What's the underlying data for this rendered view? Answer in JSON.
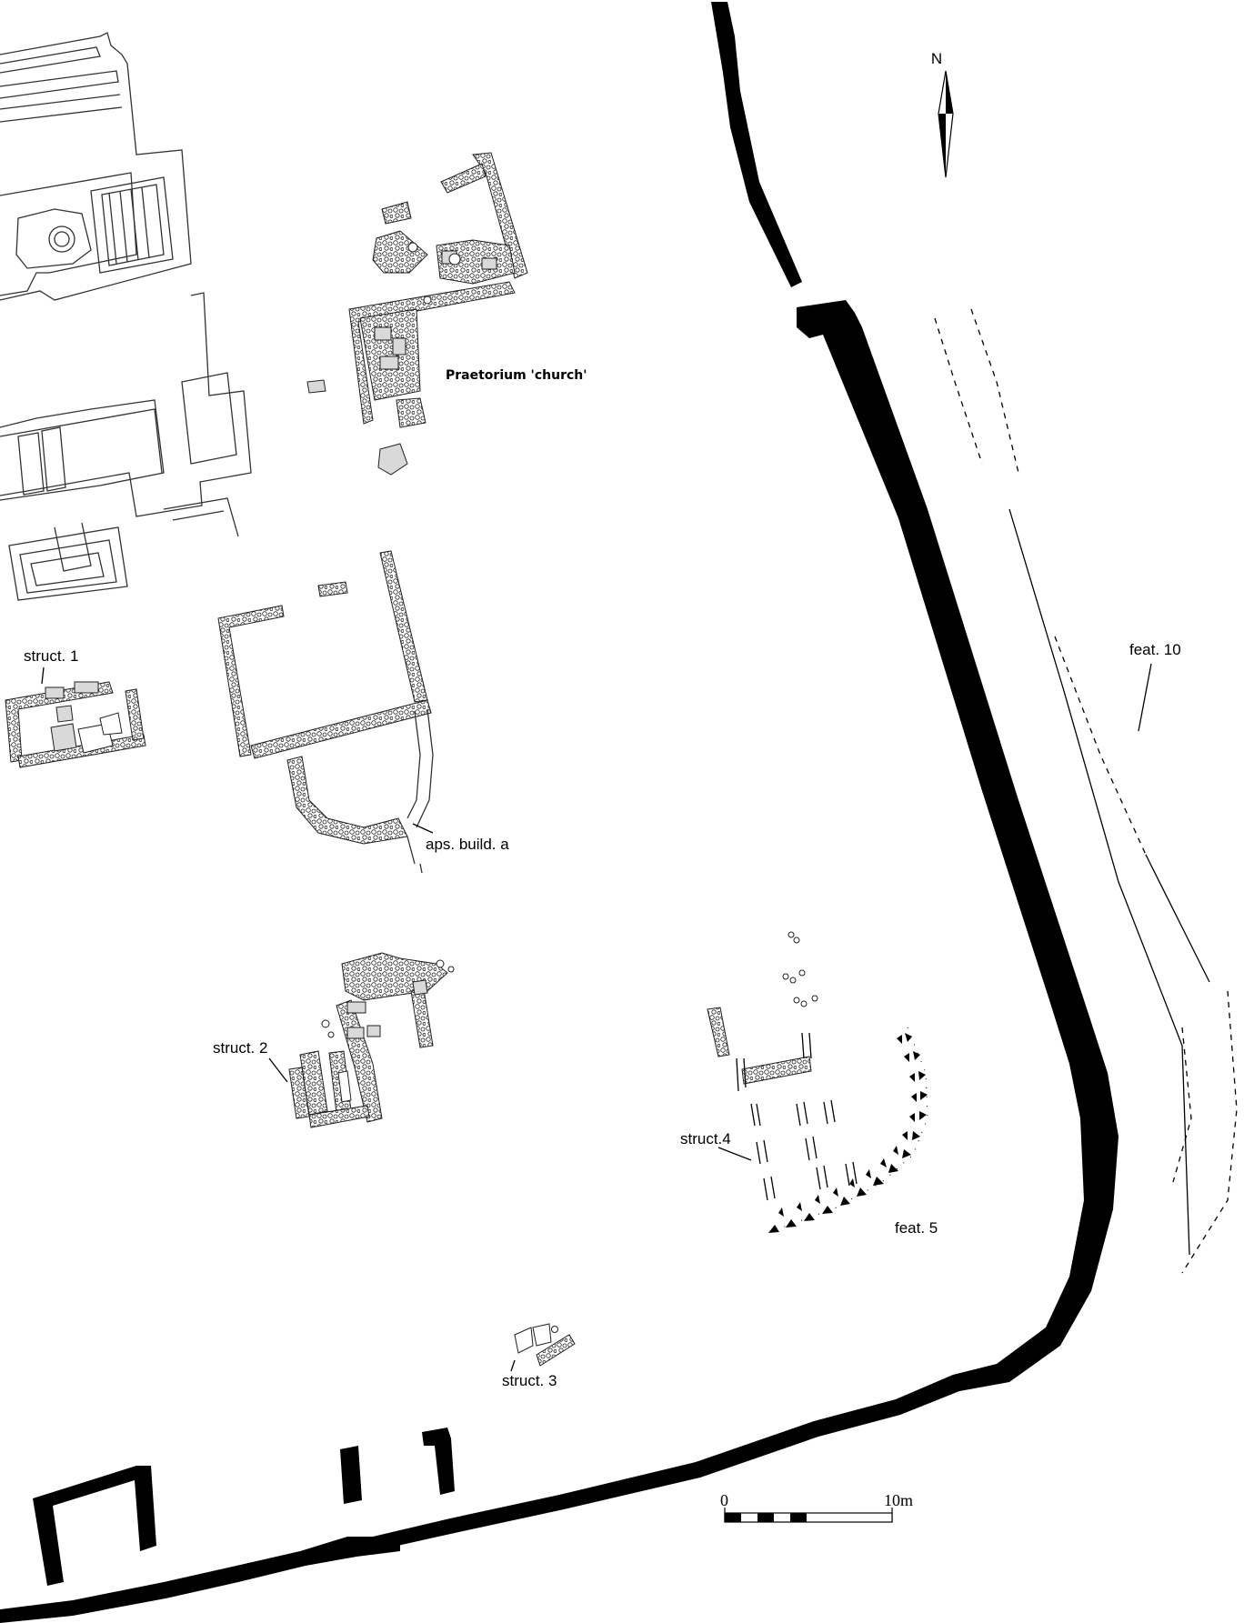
{
  "labels": {
    "praetorium": "Praetorium 'church'",
    "struct1": "struct. 1",
    "aps_build_a": "aps. build. a",
    "feat10": "feat. 10",
    "struct2": "struct. 2",
    "struct4": "struct.4",
    "feat5": "feat. 5",
    "struct3": "struct. 3"
  },
  "north_arrow": {
    "label": "N"
  },
  "scale_bar": {
    "start_label": "0",
    "end_label": "10m"
  },
  "colors": {
    "wall": "#000000",
    "stone_fill": "#d9d9d9",
    "outline": "#333333"
  }
}
